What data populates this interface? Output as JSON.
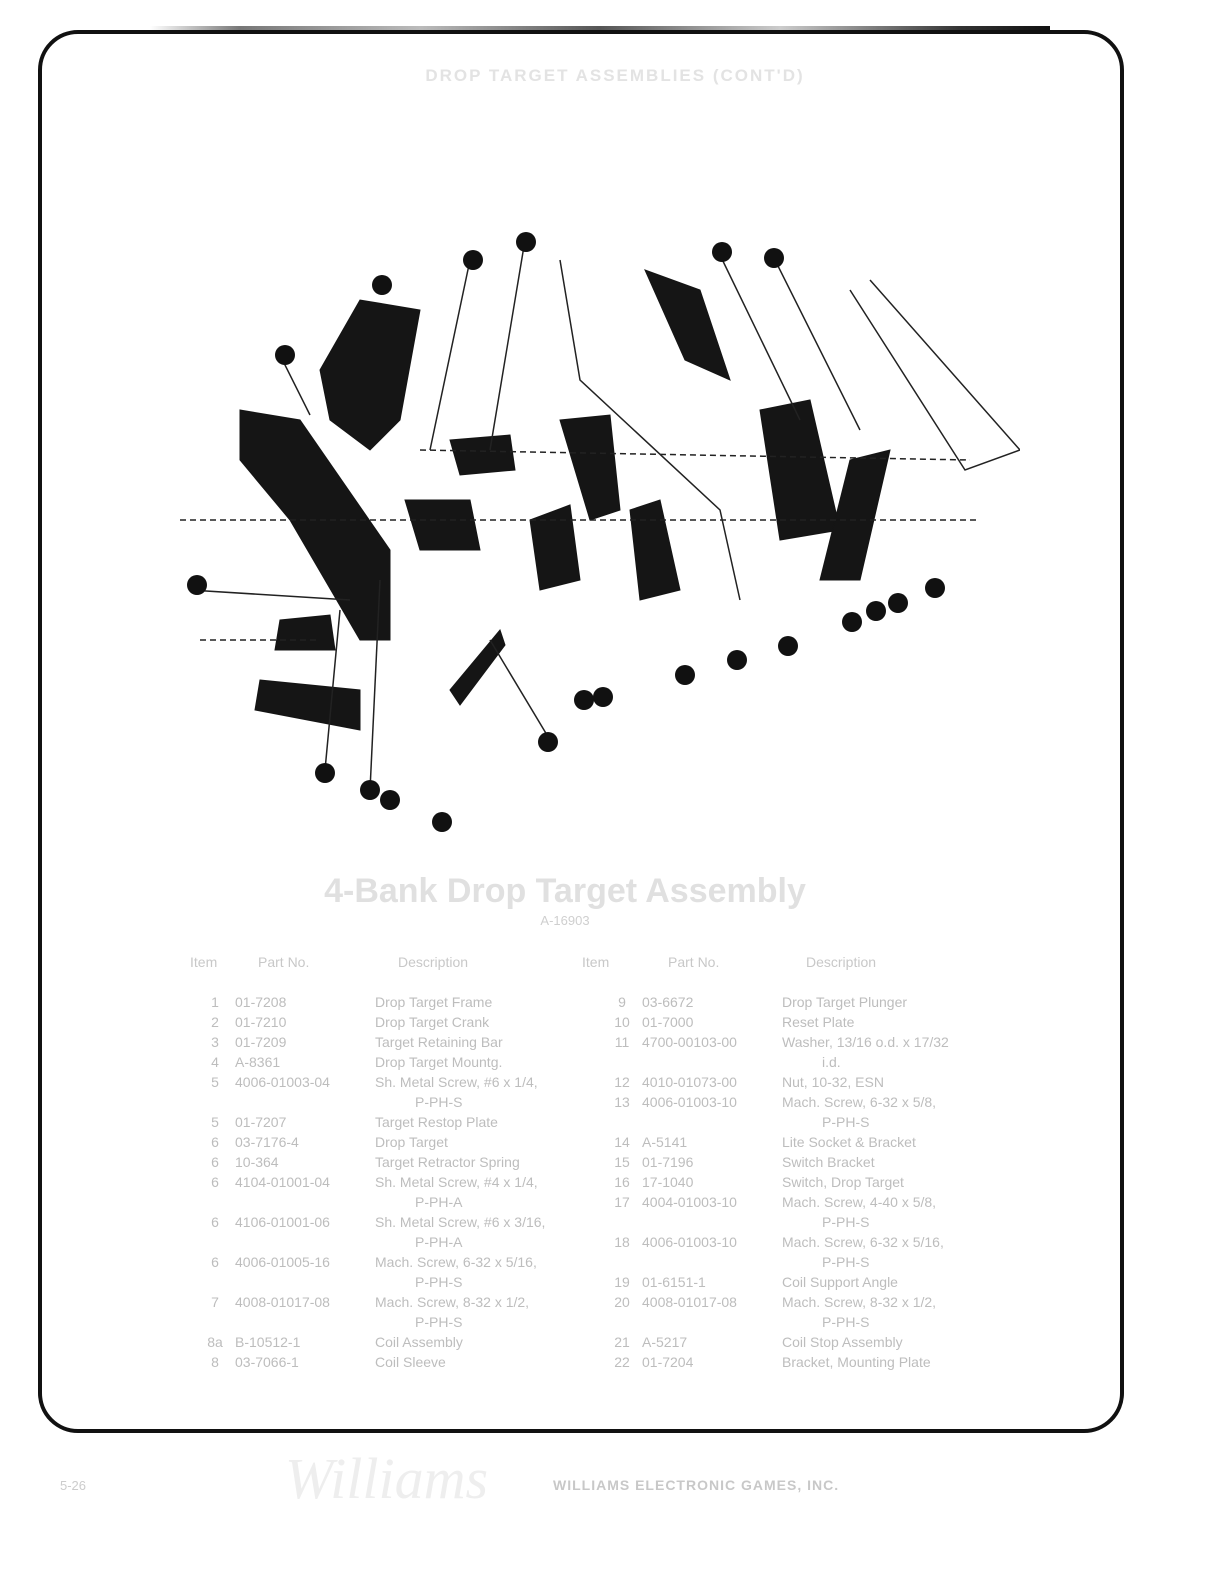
{
  "header": "DROP TARGET ASSEMBLIES (CONT'D)",
  "title": "4-Bank Drop Target Assembly",
  "subtitle": "A-16903",
  "columns": [
    "Item",
    "Part No.",
    "Description",
    "Item",
    "Part No.",
    "Description"
  ],
  "left_rows": [
    {
      "item": "1",
      "part": "01-7208",
      "desc": "Drop Target Frame",
      "desc2": ""
    },
    {
      "item": "2",
      "part": "01-7210",
      "desc": "Drop Target Crank",
      "desc2": ""
    },
    {
      "item": "3",
      "part": "01-7209",
      "desc": "Target Retaining Bar",
      "desc2": ""
    },
    {
      "item": "4",
      "part": "A-8361",
      "desc": "Drop Target Mountg.",
      "desc2": ""
    },
    {
      "item": "5",
      "part": "4006-01003-04",
      "desc": "Sh. Metal Screw, #6 x 1/4,",
      "desc2": "P-PH-S"
    },
    {
      "item": "5",
      "part": "01-7207",
      "desc": "Target Restop Plate",
      "desc2": ""
    },
    {
      "item": "6",
      "part": "03-7176-4",
      "desc": "Drop Target",
      "desc2": ""
    },
    {
      "item": "6",
      "part": "10-364",
      "desc": "Target Retractor Spring",
      "desc2": ""
    },
    {
      "item": "6",
      "part": "4104-01001-04",
      "desc": "Sh. Metal Screw, #4 x 1/4,",
      "desc2": "P-PH-A"
    },
    {
      "item": "6",
      "part": "4106-01001-06",
      "desc": "Sh. Metal Screw, #6 x 3/16,",
      "desc2": "P-PH-A"
    },
    {
      "item": "6",
      "part": "4006-01005-16",
      "desc": "Mach. Screw, 6-32 x 5/16,",
      "desc2": "P-PH-S"
    },
    {
      "item": "7",
      "part": "4008-01017-08",
      "desc": "Mach. Screw, 8-32 x 1/2,",
      "desc2": "P-PH-S"
    },
    {
      "item": "8a",
      "part": "B-10512-1",
      "desc": "Coil Assembly",
      "desc2": ""
    },
    {
      "item": "8",
      "part": "03-7066-1",
      "desc": "Coil Sleeve",
      "desc2": ""
    }
  ],
  "right_rows": [
    {
      "item": "9",
      "part": "03-6672",
      "desc": "Drop Target Plunger",
      "desc2": ""
    },
    {
      "item": "10",
      "part": "01-7000",
      "desc": "Reset Plate",
      "desc2": ""
    },
    {
      "item": "11",
      "part": "4700-00103-00",
      "desc": "Washer, 13/16 o.d. x 17/32",
      "desc2": "i.d."
    },
    {
      "item": "12",
      "part": "4010-01073-00",
      "desc": "Nut, 10-32, ESN",
      "desc2": ""
    },
    {
      "item": "13",
      "part": "4006-01003-10",
      "desc": "Mach. Screw, 6-32 x 5/8,",
      "desc2": "P-PH-S"
    },
    {
      "item": "14",
      "part": "A-5141",
      "desc": "Lite Socket & Bracket",
      "desc2": ""
    },
    {
      "item": "15",
      "part": "01-7196",
      "desc": "Switch Bracket",
      "desc2": ""
    },
    {
      "item": "16",
      "part": "17-1040",
      "desc": "Switch, Drop Target",
      "desc2": ""
    },
    {
      "item": "17",
      "part": "4004-01003-10",
      "desc": "Mach. Screw, 4-40 x 5/8,",
      "desc2": "P-PH-S"
    },
    {
      "item": "18",
      "part": "4006-01003-10",
      "desc": "Mach. Screw, 6-32 x 5/16,",
      "desc2": "P-PH-S"
    },
    {
      "item": "19",
      "part": "01-6151-1",
      "desc": "Coil Support Angle",
      "desc2": ""
    },
    {
      "item": "20",
      "part": "4008-01017-08",
      "desc": "Mach. Screw, 8-32 x 1/2,",
      "desc2": "P-PH-S"
    },
    {
      "item": "21",
      "part": "A-5217",
      "desc": "Coil Stop Assembly",
      "desc2": ""
    },
    {
      "item": "22",
      "part": "01-7204",
      "desc": "Bracket, Mounting Plate",
      "desc2": ""
    }
  ],
  "footer": {
    "page": "5-26",
    "logo": "Williams",
    "company": "WILLIAMS ELECTRONIC GAMES, INC."
  }
}
